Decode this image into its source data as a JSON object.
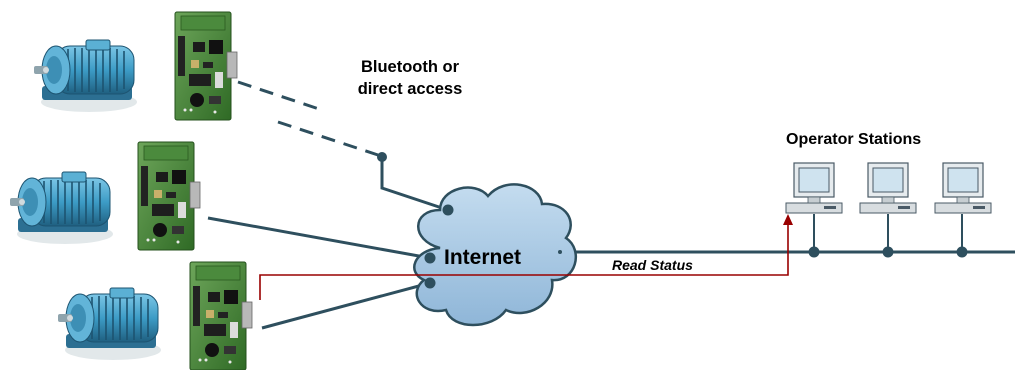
{
  "labels": {
    "bluetooth_line1": "Bluetooth or",
    "bluetooth_line2": "direct access",
    "operator_stations": "Operator Stations",
    "internet": "Internet",
    "read_status": "Read Status"
  },
  "colors": {
    "network_line": "#2e4f5e",
    "read_status_line": "#990000",
    "cloud_fill": "#a9c9e6",
    "cloud_stroke": "#2e4f5e",
    "motor_body": "#3fa0c8",
    "circuit_board": "#3a7a2e",
    "monitor_screen": "#cfe3ef"
  }
}
